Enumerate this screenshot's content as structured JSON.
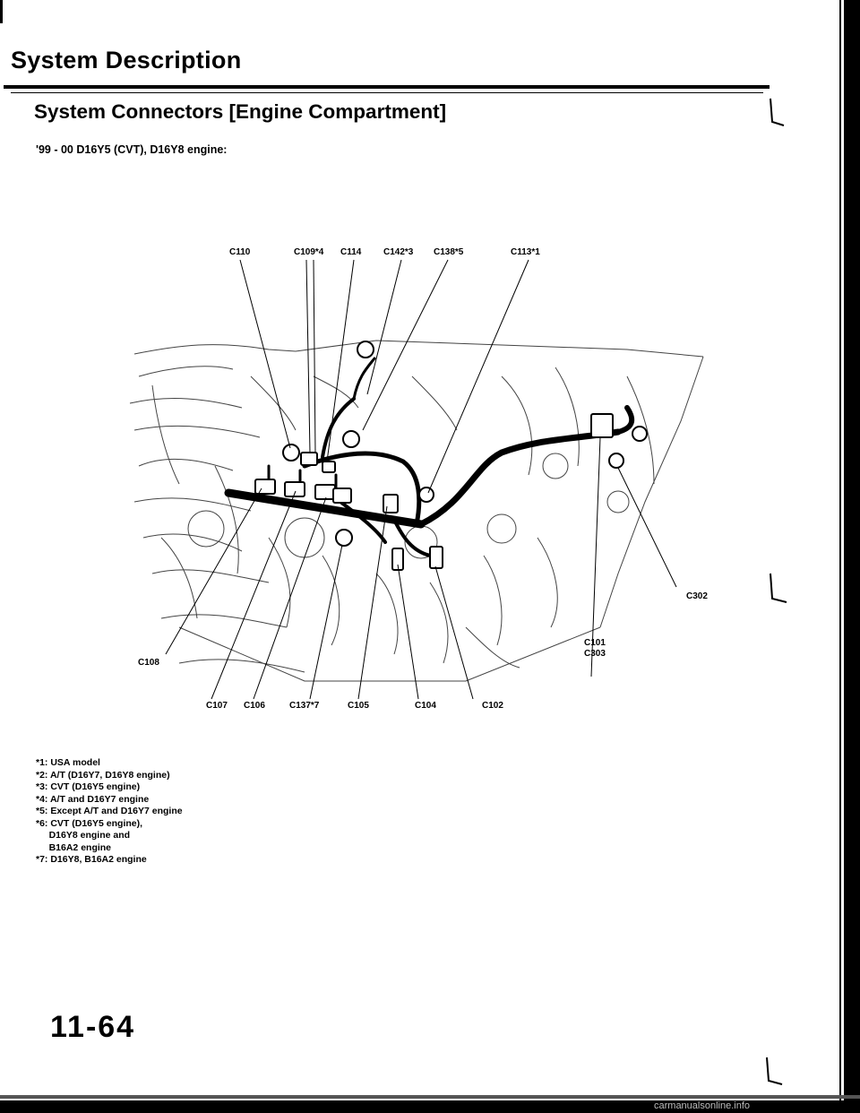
{
  "header": {
    "section_title": "System Description",
    "subtitle": "System Connectors [Engine Compartment]",
    "variant": "'99 - 00 D16Y5 (CVT), D16Y8 engine:"
  },
  "diagram": {
    "top_labels": [
      "C110",
      "C109*4",
      "C114",
      "C142*3",
      "C138*5",
      "C113*1"
    ],
    "bottom_labels": [
      "C107",
      "C106",
      "C137*7",
      "C105",
      "C104",
      "C102"
    ],
    "left_labels": [
      "C108"
    ],
    "right_labels": [
      "C302",
      "C101",
      "C303"
    ]
  },
  "footnotes": [
    "*1: USA model",
    "*2: A/T (D16Y7, D16Y8 engine)",
    "*3: CVT (D16Y5 engine)",
    "*4: A/T and D16Y7 engine",
    "*5: Except A/T and D16Y7 engine",
    "*6: CVT (D16Y5 engine),",
    "     D16Y8 engine and",
    "     B16A2 engine",
    "*7: D16Y8, B16A2 engine"
  ],
  "footer": {
    "page_number": "11-64",
    "watermark": "carmanualsonline.info"
  }
}
